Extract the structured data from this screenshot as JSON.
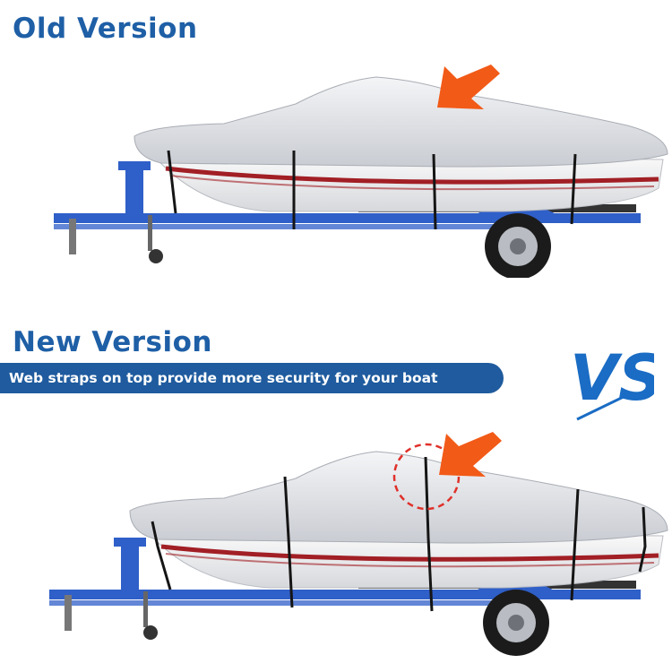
{
  "old_version": {
    "title": "Old Version"
  },
  "new_version": {
    "title": "New Version",
    "banner": "Web straps on top provide more security for your boat"
  },
  "vs_label": "VS",
  "colors": {
    "heading_blue": "#1e5fa6",
    "banner_blue": "#1f5b9e",
    "vs_blue": "#1a6cc4",
    "arrow_orange": "#f25a17",
    "highlight_red": "#e0302a",
    "trailer_blue": "#2f5fc8",
    "cover_silver": "#e4e6ea",
    "hull_stripe": "#a11f25"
  }
}
